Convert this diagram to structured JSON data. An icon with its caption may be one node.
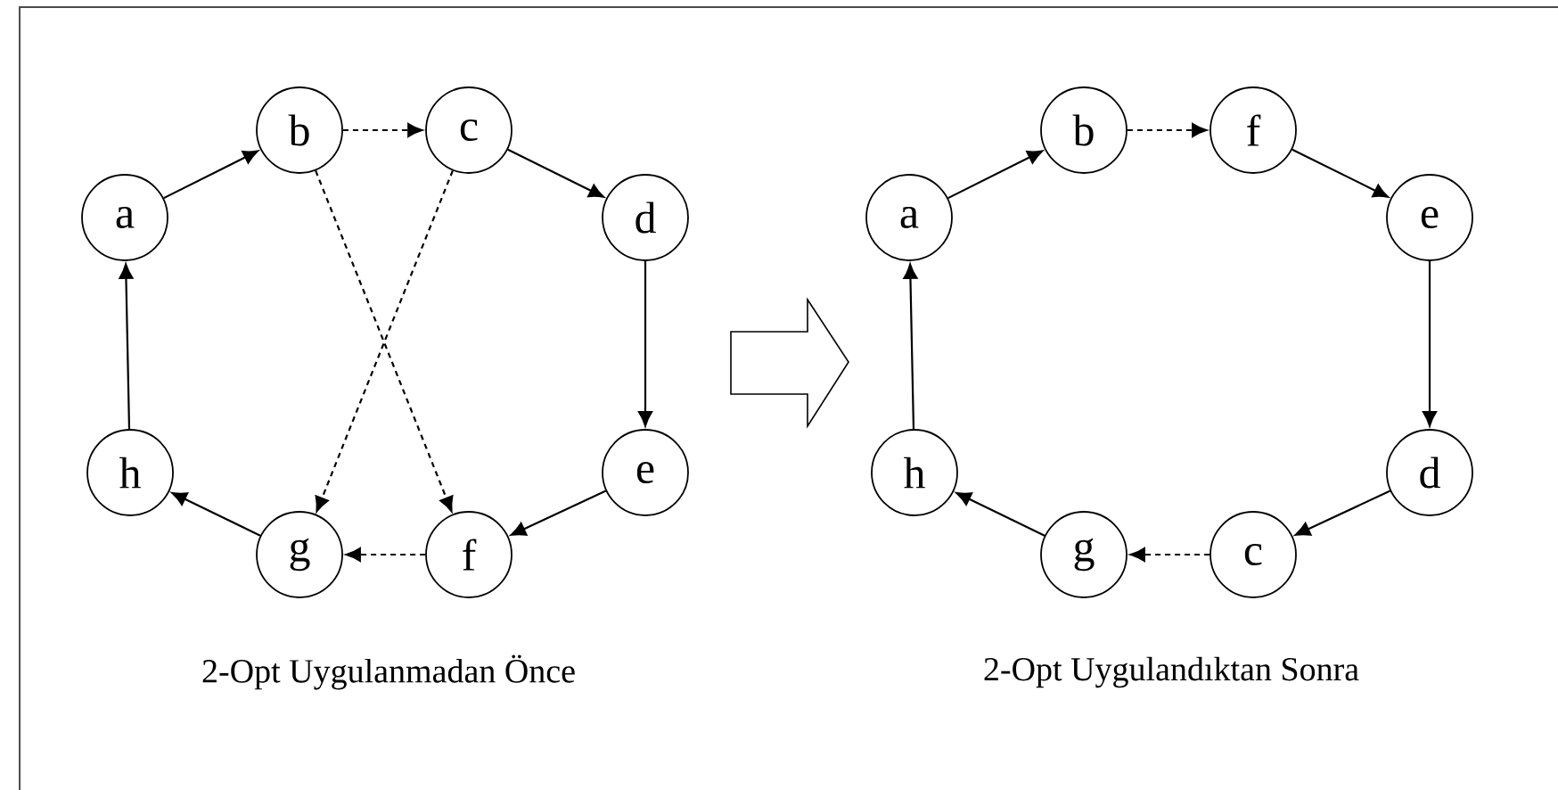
{
  "diagram": {
    "nodes": [
      {
        "text": [
          "a"
        ]
      },
      {
        "text": [
          "b"
        ]
      },
      {
        "text": [
          "c"
        ]
      },
      {
        "text": [
          "d"
        ]
      },
      {
        "text": [
          "e"
        ]
      },
      {
        "text": [
          "f"
        ]
      },
      {
        "text": [
          "g"
        ]
      },
      {
        "text": [
          "h"
        ]
      },
      {
        "text": [
          "a"
        ]
      },
      {
        "text": [
          "b"
        ]
      },
      {
        "text": [
          "f"
        ]
      },
      {
        "text": [
          "e"
        ]
      },
      {
        "text": [
          "d"
        ]
      },
      {
        "text": [
          "c"
        ]
      },
      {
        "text": [
          "g"
        ]
      },
      {
        "text": [
          "h"
        ]
      }
    ],
    "edges": [
      {
        "from": 0,
        "to": 1,
        "arrow": "to"
      },
      {
        "from": 1,
        "to": 2,
        "arrow": "to",
        "style": "dashed"
      },
      {
        "from": 2,
        "to": 3,
        "arrow": "to"
      },
      {
        "from": 3,
        "to": 4,
        "arrow": "to"
      },
      {
        "from": 4,
        "to": 5,
        "arrow": "to"
      },
      {
        "from": 5,
        "to": 6,
        "arrow": "to",
        "style": "dashed"
      },
      {
        "from": 6,
        "to": 7,
        "arrow": "to"
      },
      {
        "from": 7,
        "to": 0,
        "arrow": "to"
      },
      {
        "from": 1,
        "to": 5,
        "arrow": "to",
        "style": "dashed"
      },
      {
        "from": 2,
        "to": 6,
        "arrow": "to",
        "style": "dashed"
      },
      {
        "from": 8,
        "to": 9,
        "arrow": "to"
      },
      {
        "from": 9,
        "to": 10,
        "arrow": "to",
        "style": "dashed"
      },
      {
        "from": 10,
        "to": 11,
        "arrow": "to"
      },
      {
        "from": 11,
        "to": 12,
        "arrow": "to"
      },
      {
        "from": 12,
        "to": 13,
        "arrow": "to"
      },
      {
        "from": 13,
        "to": 14,
        "arrow": "to",
        "style": "dashed"
      },
      {
        "from": 14,
        "to": 15,
        "arrow": "to"
      },
      {
        "from": 15,
        "to": 8,
        "arrow": "to"
      }
    ],
    "labels": [
      "2-Opt Uygulanmadan Önce",
      "2-Opt Uygulandıktan Sonra"
    ]
  }
}
